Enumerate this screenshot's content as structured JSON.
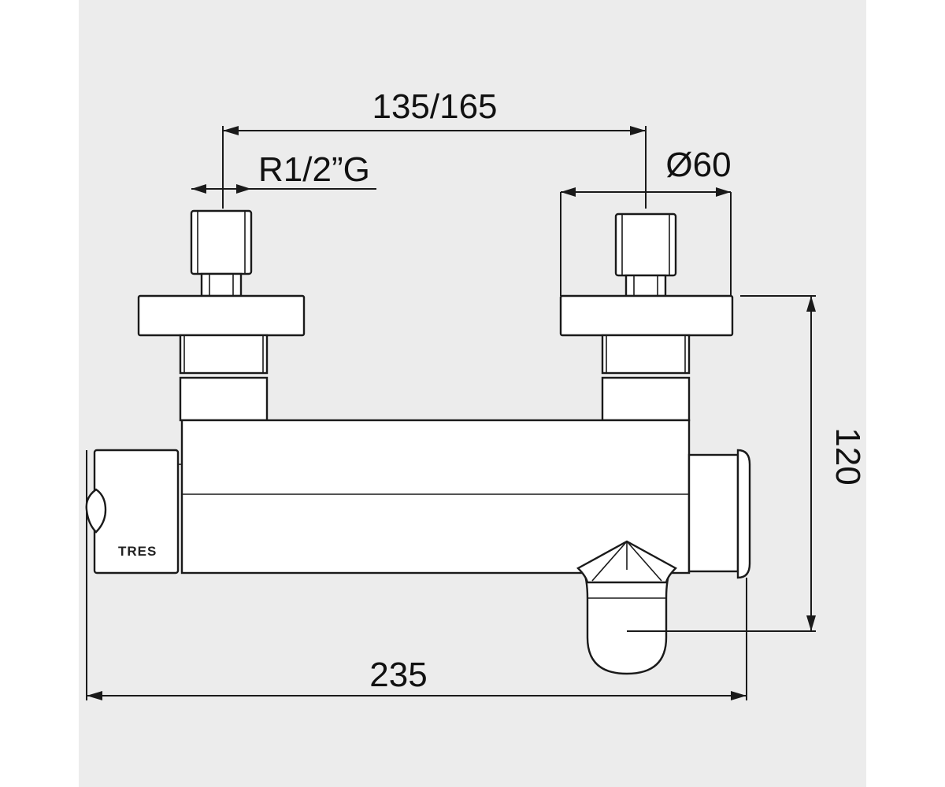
{
  "colors": {
    "panel_background": "#ececec",
    "page_background": "#ffffff",
    "line": "#1a1a1a"
  },
  "dimensions": {
    "center_distance": "135/165",
    "thread": "R1/2”G",
    "flange_diameter": "Ø60",
    "height": "120",
    "width": "235"
  },
  "brand": {
    "logo_text": "TRES"
  }
}
